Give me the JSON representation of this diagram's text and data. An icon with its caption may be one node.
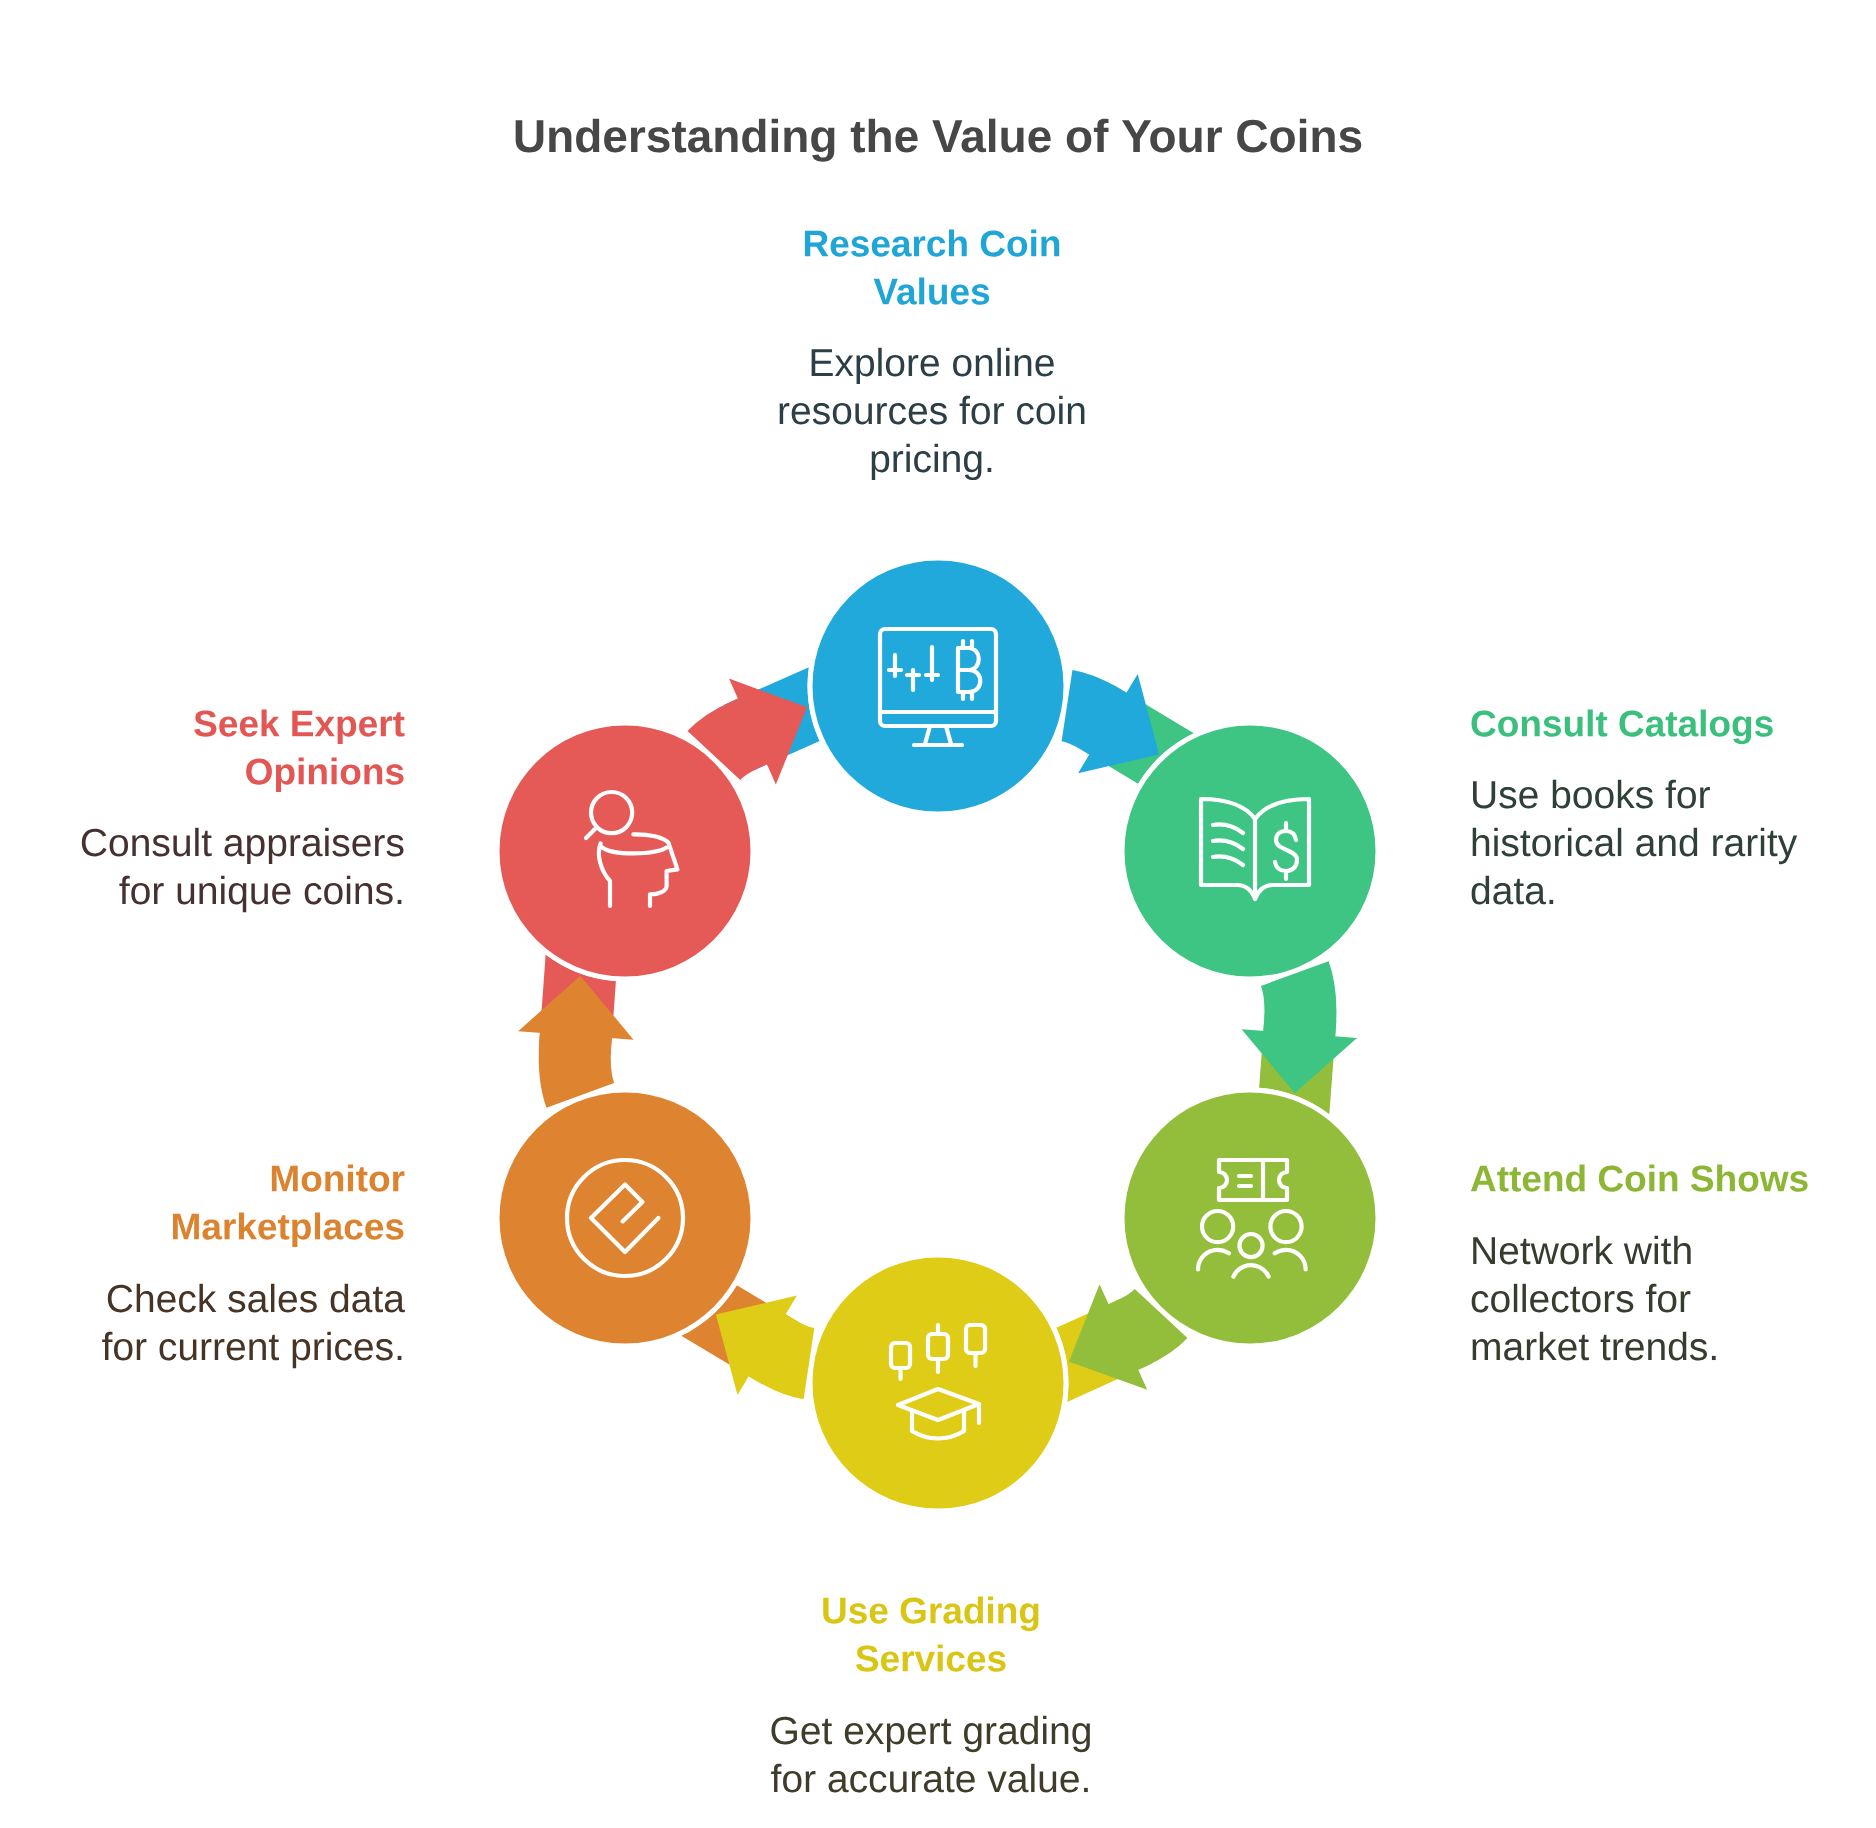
{
  "diagram": {
    "title": "Understanding the Value of Your Coins",
    "nodes": [
      {
        "text": [],
        "shape": "circle",
        "beside": [
          "Research Coin Values",
          "Explore online resources for coin pricing."
        ]
      },
      {
        "text": [],
        "shape": "circle",
        "beside": [
          "Consult Catalogs",
          "Use books for historical and rarity data."
        ]
      },
      {
        "text": [],
        "shape": "circle",
        "beside": [
          "Attend Coin Shows",
          "Network with collectors for market trends."
        ]
      },
      {
        "text": [],
        "shape": "circle",
        "beside": [
          "Use Grading Services",
          "Get expert grading for accurate value."
        ]
      },
      {
        "text": [],
        "shape": "circle",
        "beside": [
          "Monitor Marketplaces",
          "Check sales data for current prices."
        ]
      },
      {
        "text": [],
        "shape": "circle",
        "beside": [
          "Seek Expert Opinions",
          "Consult appraisers for unique coins."
        ]
      }
    ],
    "edges": [
      {
        "from": 0,
        "to": 1,
        "arrow": "to",
        "color": "#20a9da"
      },
      {
        "from": 1,
        "to": 2,
        "arrow": "to",
        "color": "#3ec483"
      },
      {
        "from": 2,
        "to": 3,
        "arrow": "to",
        "color": "#93be3b"
      },
      {
        "from": 3,
        "to": 4,
        "arrow": "to",
        "color": "#dfcc17"
      },
      {
        "from": 4,
        "to": 5,
        "arrow": "to",
        "color": "#de8431"
      },
      {
        "from": 5,
        "to": 0,
        "arrow": "to",
        "color": "#e55a56"
      }
    ]
  }
}
